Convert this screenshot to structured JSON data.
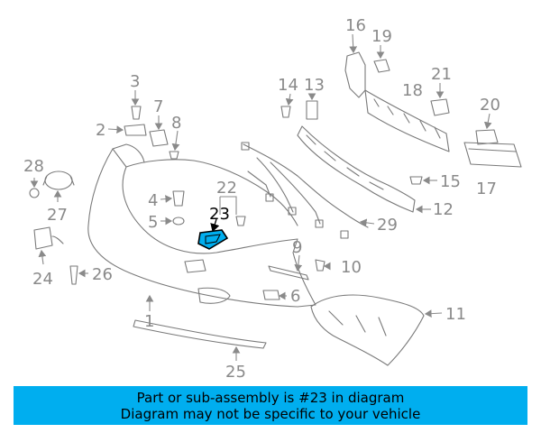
{
  "diagram": {
    "highlight_color": "#00aeef",
    "callouts": [
      "1",
      "2",
      "3",
      "4",
      "5",
      "6",
      "7",
      "8",
      "9",
      "10",
      "11",
      "12",
      "13",
      "14",
      "15",
      "16",
      "17",
      "18",
      "19",
      "20",
      "21",
      "22",
      "23",
      "24",
      "25",
      "26",
      "27",
      "28",
      "29"
    ],
    "highlighted_callout": "23"
  },
  "banner": {
    "line1": "Part or sub-assembly is #23 in diagram",
    "line2": "Diagram may not be specific to your vehicle"
  }
}
